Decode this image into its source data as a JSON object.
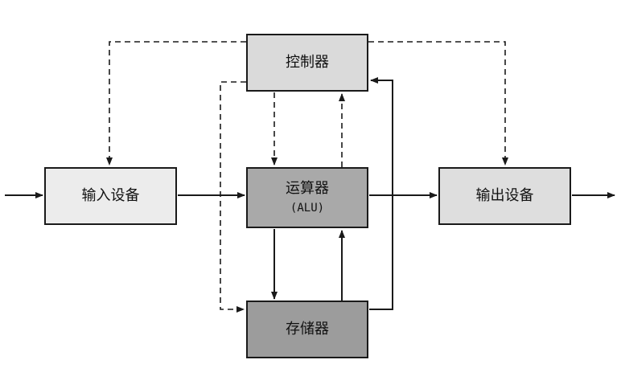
{
  "diagram": {
    "nodes": {
      "controller": {
        "label": "控制器"
      },
      "input": {
        "label": "输入设备"
      },
      "alu": {
        "label": "运算器",
        "sublabel": "(ALU)"
      },
      "output": {
        "label": "输出设备"
      },
      "memory": {
        "label": "存储器"
      }
    },
    "edges": [
      {
        "from": "external",
        "to": "input",
        "style": "solid"
      },
      {
        "from": "input",
        "to": "alu",
        "style": "solid"
      },
      {
        "from": "alu",
        "to": "output",
        "style": "solid"
      },
      {
        "from": "output",
        "to": "external",
        "style": "solid"
      },
      {
        "from": "alu",
        "to": "memory",
        "style": "solid"
      },
      {
        "from": "memory",
        "to": "alu",
        "style": "solid"
      },
      {
        "from": "memory",
        "to": "controller",
        "style": "solid"
      },
      {
        "from": "controller",
        "to": "input",
        "style": "dashed"
      },
      {
        "from": "controller",
        "to": "output",
        "style": "dashed"
      },
      {
        "from": "controller",
        "to": "alu",
        "style": "dashed"
      },
      {
        "from": "alu",
        "to": "controller",
        "style": "dashed"
      },
      {
        "from": "controller",
        "to": "memory",
        "style": "dashed"
      }
    ]
  }
}
